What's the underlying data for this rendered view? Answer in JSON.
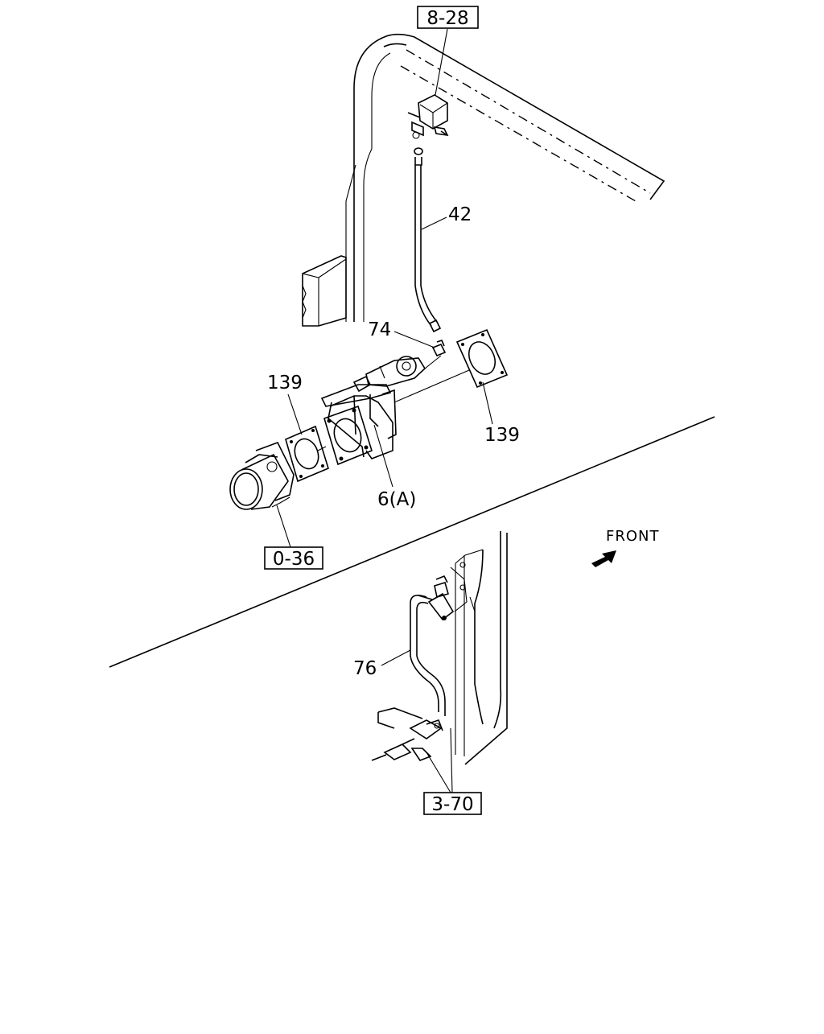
{
  "labels": {
    "ref_top": "8-28",
    "ref_left": "0-36",
    "ref_bottom": "3-70",
    "part_42": "42",
    "part_74": "74",
    "part_139_left": "139",
    "part_139_right": "139",
    "part_6a": "6(A)",
    "part_76": "76",
    "front": "FRONT"
  }
}
